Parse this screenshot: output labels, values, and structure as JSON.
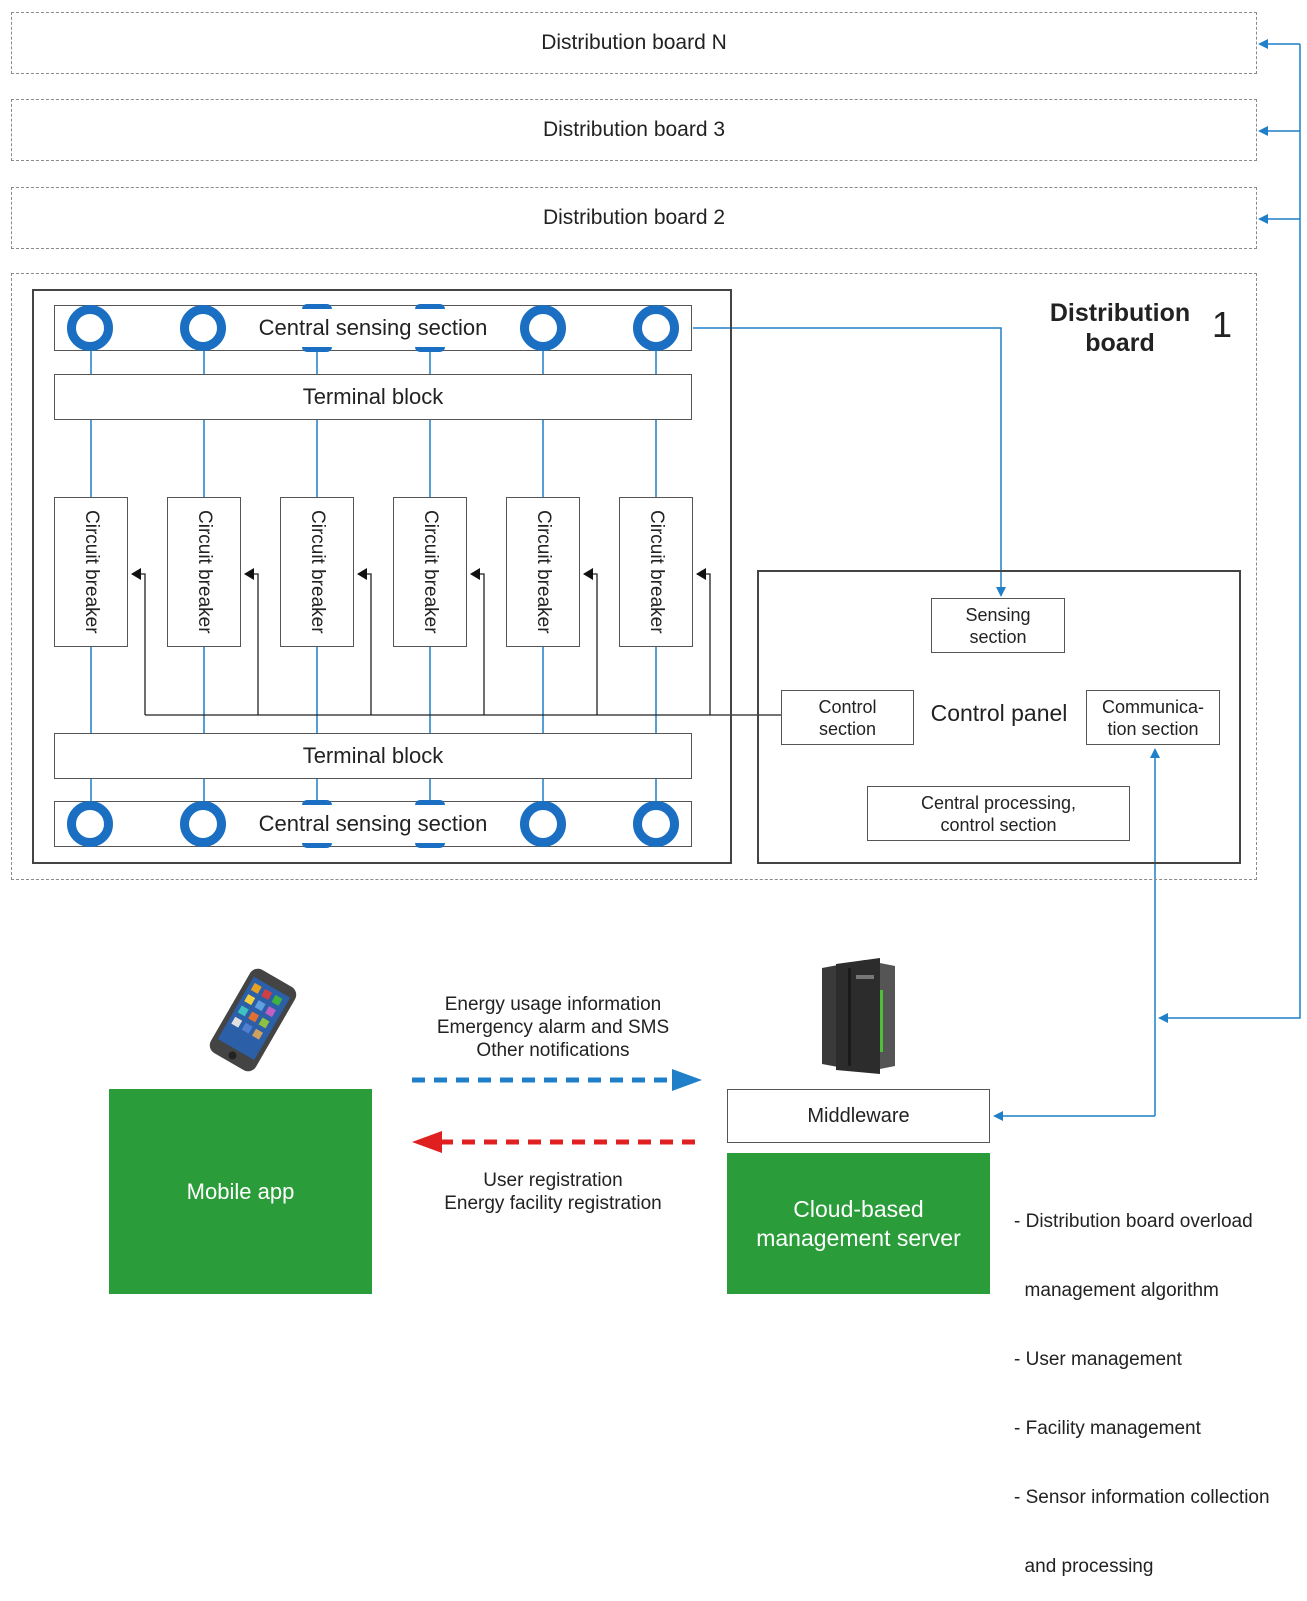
{
  "boards": {
    "n": "Distribution board N",
    "three": "Distribution board 3",
    "two": "Distribution board 2",
    "one_title_line1": "Distribution",
    "one_title_line2": "board",
    "one_number": "1"
  },
  "sensing": {
    "label": "Central sensing section"
  },
  "terminal": {
    "label": "Terminal block"
  },
  "breaker": {
    "label": "Circuit breaker"
  },
  "panel": {
    "title": "Control panel",
    "sensing_line1": "Sensing",
    "sensing_line2": "section",
    "control_line1": "Control",
    "control_line2": "section",
    "comm_line1": "Communica-",
    "comm_line2": "tion section",
    "cpu_line1": "Central processing,",
    "cpu_line2": "control section"
  },
  "flow_to_server": [
    "Energy usage information",
    "Emergency alarm and SMS",
    "Other notifications"
  ],
  "flow_to_app": [
    "User registration",
    "Energy facility registration"
  ],
  "mobile_app": "Mobile app",
  "middleware": "Middleware",
  "server_line1": "Cloud-based",
  "server_line2": "management server",
  "server_features": [
    "- Distribution board overload",
    "  management algorithm",
    "- User management",
    "- Facility management",
    "- Sensor information collection",
    "  and processing"
  ],
  "colors": {
    "line_blue": "#1f7fc8",
    "sensor_blue": "#1a6fc2",
    "arrow_red": "#e02020",
    "green": "#2a9d3a"
  },
  "icons": [
    "smartphone-icon",
    "server-rack-icon",
    "current-sensor-icon"
  ]
}
